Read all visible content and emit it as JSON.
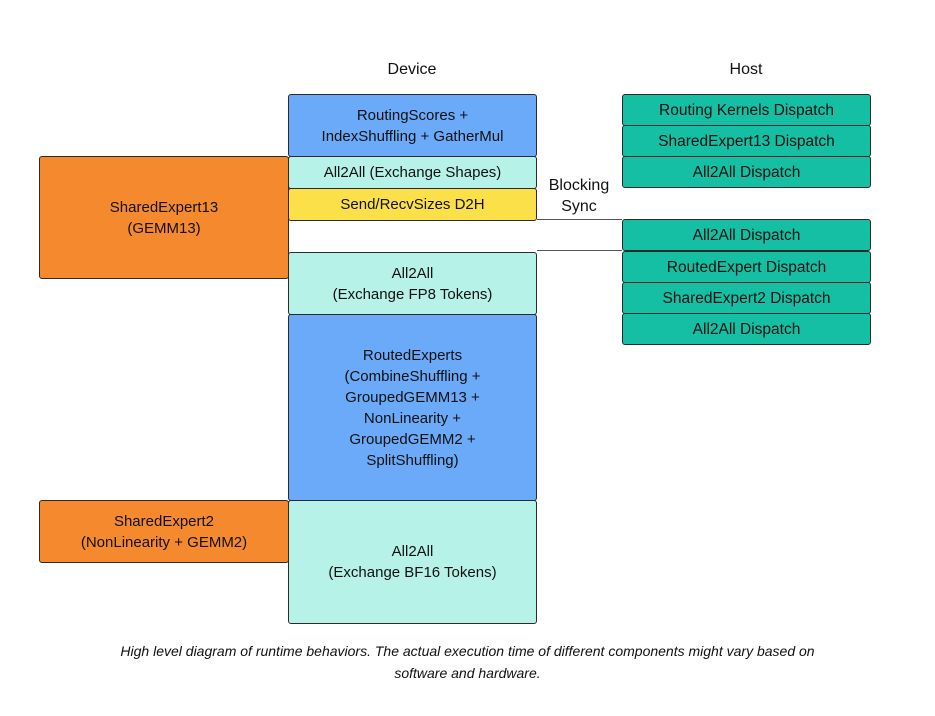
{
  "headers": {
    "device": "Device",
    "host": "Host"
  },
  "left": {
    "shared13": [
      "SharedExpert13",
      "(GEMM13)"
    ],
    "shared2": [
      "SharedExpert2",
      "(NonLinearity + GEMM2)"
    ]
  },
  "device": {
    "routing": [
      "RoutingScores +",
      "IndexShuffling + GatherMul"
    ],
    "a2a_shapes": [
      "All2All (Exchange Shapes)"
    ],
    "sendrecv": [
      "Send/RecvSizes D2H"
    ],
    "a2a_fp8": [
      "All2All",
      "(Exchange FP8 Tokens)"
    ],
    "routed": [
      "RoutedExperts",
      "(CombineShuffling +",
      "GroupedGEMM13 +",
      "NonLinearity +",
      "GroupedGEMM2 +",
      "SplitShuffling)"
    ],
    "a2a_bf16": [
      "All2All",
      "(Exchange BF16 Tokens)"
    ]
  },
  "sync": [
    "Blocking",
    "Sync"
  ],
  "host": [
    "Routing Kernels Dispatch",
    "SharedExpert13 Dispatch",
    "All2All Dispatch",
    "All2All Dispatch",
    "RoutedExpert Dispatch",
    "SharedExpert2 Dispatch",
    "All2All Dispatch"
  ],
  "caption": [
    "High level diagram of runtime behaviors. The actual execution time of different components might vary based on",
    "software and hardware."
  ],
  "colors": {
    "orange": "#f5892d",
    "blue": "#6aaaf8",
    "mint": "#b7f2e8",
    "yellow": "#fbe04a",
    "teal": "#14bfa4"
  }
}
